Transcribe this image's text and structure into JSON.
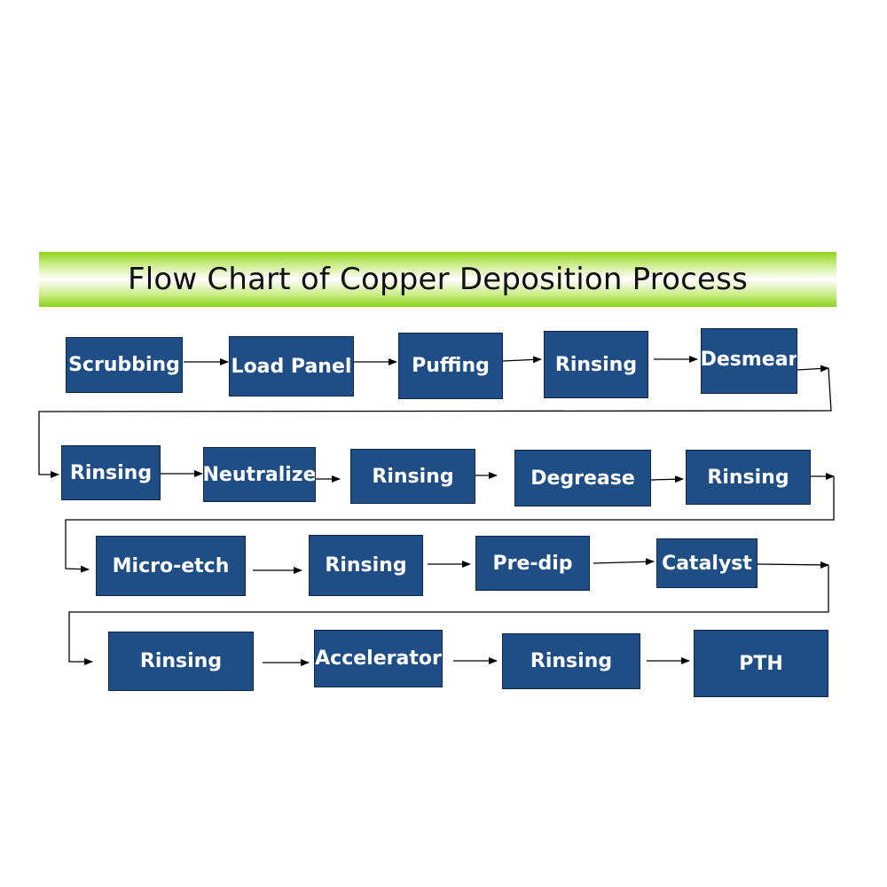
{
  "title": "Flow Chart of Copper Deposition Process",
  "colors": {
    "box_fill": "#1f4e86",
    "box_text": "#ffffff",
    "banner_green": "#8ed11c",
    "arrow": "#000000"
  },
  "steps": [
    "Scrubbing",
    "Load Panel",
    "Puffing",
    "Rinsing",
    "Desmear",
    "Rinsing",
    "Neutralize",
    "Rinsing",
    "Degrease",
    "Rinsing",
    "Micro-etch",
    "Rinsing",
    "Pre-dip",
    "Catalyst",
    "Rinsing",
    "Accelerator",
    "Rinsing",
    "PTH"
  ]
}
